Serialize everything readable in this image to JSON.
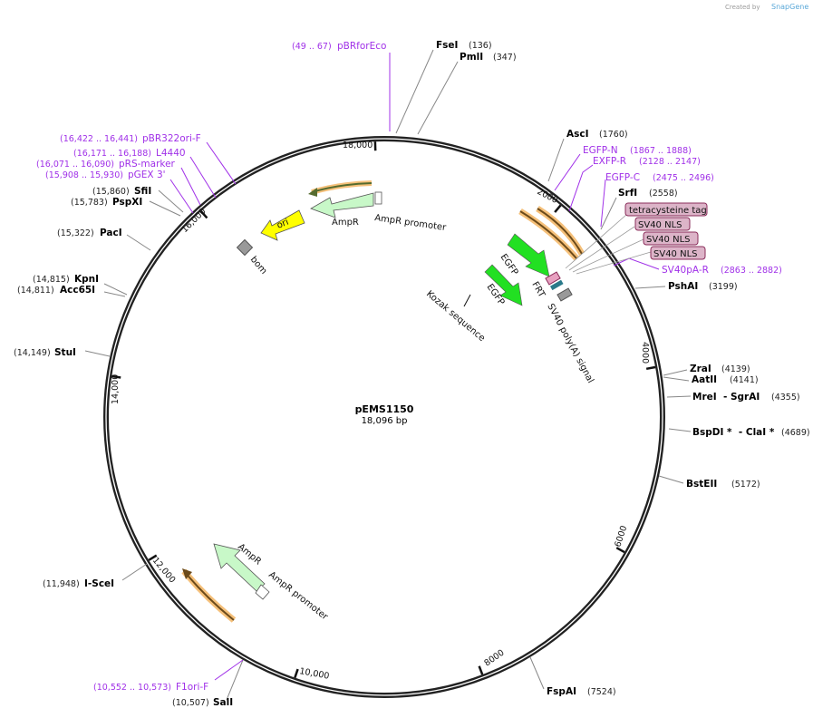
{
  "credit": {
    "prefix": "Created by",
    "brand": "SnapGene"
  },
  "plasmid": {
    "name": "pEMS1150",
    "length_label": "18,096 bp",
    "length_bp": 18096
  },
  "ticks": [
    "18,000",
    "2000",
    "4000",
    "6000",
    "8000",
    "10,000",
    "12,000",
    "14,000",
    "16,000"
  ],
  "enzymes": [
    {
      "name": "FseI",
      "pos": "(136)",
      "bp": 136
    },
    {
      "name": "PmlI",
      "pos": "(347)",
      "bp": 347
    },
    {
      "name": "AscI",
      "pos": "(1760)",
      "bp": 1760
    },
    {
      "name": "SrfI",
      "pos": "(2558)",
      "bp": 2558
    },
    {
      "name": "PshAI",
      "pos": "(3199)",
      "bp": 3199
    },
    {
      "name": "ZraI",
      "pos": "(4139)",
      "bp": 4139
    },
    {
      "name": "AatII",
      "pos": "(4141)",
      "bp": 4141
    },
    {
      "name": "MreI  - SgrAI",
      "pos": "(4355)",
      "bp": 4355
    },
    {
      "name": "BspDI *  - ClaI *",
      "pos": "(4689)",
      "bp": 4689
    },
    {
      "name": "BstEII",
      "pos": "(5172)",
      "bp": 5172
    },
    {
      "name": "FspAI",
      "pos": "(7524)",
      "bp": 7524
    },
    {
      "name": "SalI",
      "pos": "(10,507)",
      "bp": 10507
    },
    {
      "name": "I-SceI",
      "pos": "(11,948)",
      "bp": 11948
    },
    {
      "name": "StuI",
      "pos": "(14,149)",
      "bp": 14149
    },
    {
      "name": "KpnI",
      "pos": "(14,815)",
      "bp": 14815
    },
    {
      "name": "Acc65I",
      "pos": "(14,811)",
      "bp": 14811
    },
    {
      "name": "PacI",
      "pos": "(15,322)",
      "bp": 15322
    },
    {
      "name": "PspXI",
      "pos": "(15,783)",
      "bp": 15783
    },
    {
      "name": "SfiI",
      "pos": "(15,860)",
      "bp": 15860
    }
  ],
  "primers": [
    {
      "name": "pBRforEco",
      "range": "(49 .. 67)"
    },
    {
      "name": "EGFP-N",
      "range": "(1867 .. 1888)"
    },
    {
      "name": "EXFP-R",
      "range": "(2128 .. 2147)"
    },
    {
      "name": "EGFP-C",
      "range": "(2475 .. 2496)"
    },
    {
      "name": "SV40pA-R",
      "range": "(2863 .. 2882)"
    },
    {
      "name": "F1ori-F",
      "range": "(10,552 .. 10,573)"
    },
    {
      "name": "pBR322ori-F",
      "range": "(16,422 .. 16,441)"
    },
    {
      "name": "L4440",
      "range": "(16,171 .. 16,188)"
    },
    {
      "name": "pRS-marker",
      "range": "(16,071 .. 16,090)"
    },
    {
      "name": "pGEX 3'",
      "range": "(15,908 .. 15,930)"
    }
  ],
  "features": {
    "ori": "ori",
    "bom": "bom",
    "ampr_top": "AmpR",
    "ampr_promoter_top": "AmpR promoter",
    "egfp1": "EGFP",
    "egfp2": "EGFP",
    "frt": "FRT",
    "kozak": "Kozak sequence",
    "sv40_polya": "SV40 poly(A) signal",
    "ampr_bottom": "AmpR",
    "ampr_promoter_bottom": "AmpR promoter"
  },
  "tags": [
    "tetracysteine tag",
    "SV40 NLS",
    "SV40 NLS",
    "SV40 NLS"
  ],
  "colors": {
    "primer": "#a030e8",
    "egfp": "#22e022",
    "ori": "#ffff00",
    "ampr": "#c8f8c8",
    "highlight": "#f5c07a"
  }
}
